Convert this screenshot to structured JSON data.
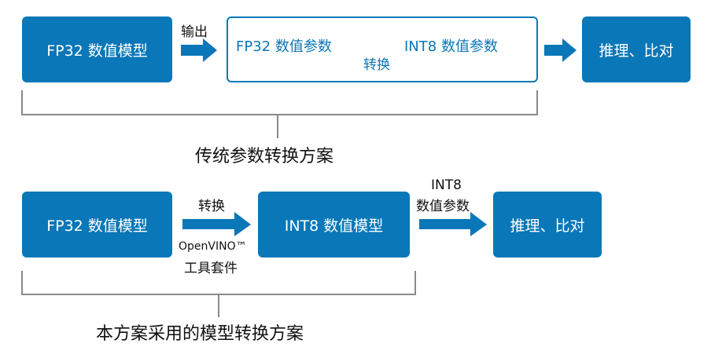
{
  "top_row": {
    "fp32_model": "FP32 数值模型",
    "output_label": "输出",
    "params_from": "FP32 数值参数",
    "params_to": "INT8 数值参数",
    "convert_label": "转换",
    "inference": "推理、比对",
    "caption": "传统参数转换方案"
  },
  "bottom_row": {
    "fp32_model": "FP32 数值模型",
    "convert_label": "转换",
    "toolkit_name": "OpenVINO™",
    "toolkit_suffix": "工具套件",
    "int8_model": "INT8 数值模型",
    "params_line1": "INT8",
    "params_line2": "数值参数",
    "inference": "推理、比对",
    "caption": "本方案采用的模型转换方案"
  },
  "colors": {
    "accent": "#0a77b8",
    "bracket": "#8a8a8a",
    "text": "#111111"
  }
}
